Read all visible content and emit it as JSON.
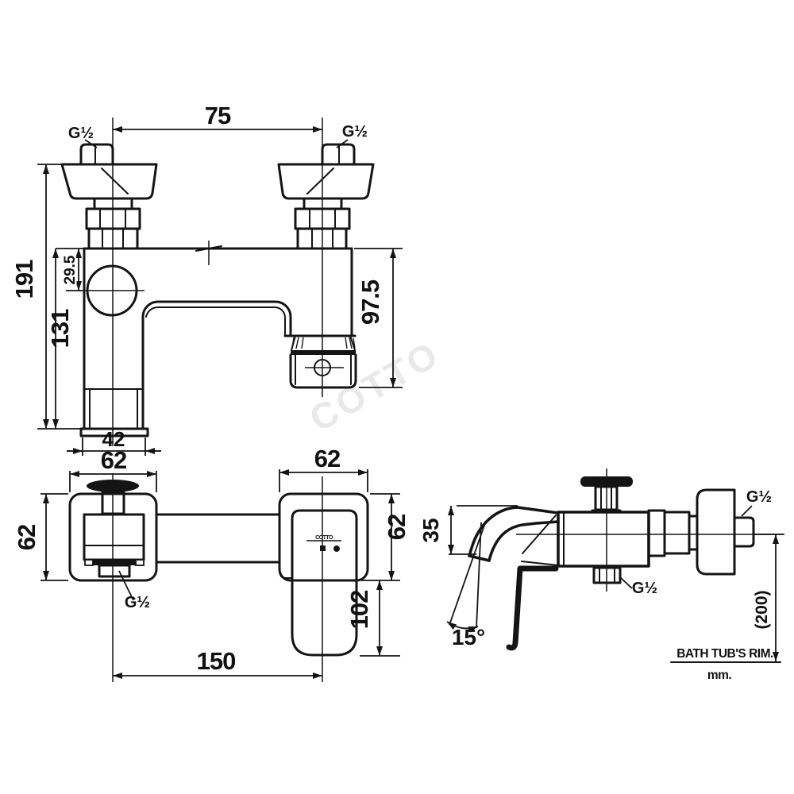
{
  "front_view": {
    "dim_inlet_centers": "75",
    "g_half_left": "G½",
    "g_half_right": "G½",
    "dim_total_height": "191",
    "dim_body_height": "131",
    "dim_circle_offset": "29.5",
    "dim_holder_drop": "97.5",
    "dim_base_width": "42"
  },
  "top_view": {
    "dim_left_escutcheon_width": "62",
    "dim_right_escutcheon_width": "62",
    "dim_left_escutcheon_height": "62",
    "dim_right_escutcheon_height": "62",
    "dim_handle_overhang": "102",
    "dim_center_span": "150",
    "g_half_outlet": "G½",
    "logo": "COTTO"
  },
  "side_view": {
    "dim_spout_height": "35",
    "spout_angle": "15°",
    "g_half_shower_outlet": "G½",
    "g_half_wall_inlet": "G½",
    "dim_mounting_height": "(200)",
    "rim_note": "BATH TUB'S RIM.",
    "unit_note": "mm."
  },
  "watermark": "COTTO",
  "line_color": "#141414"
}
